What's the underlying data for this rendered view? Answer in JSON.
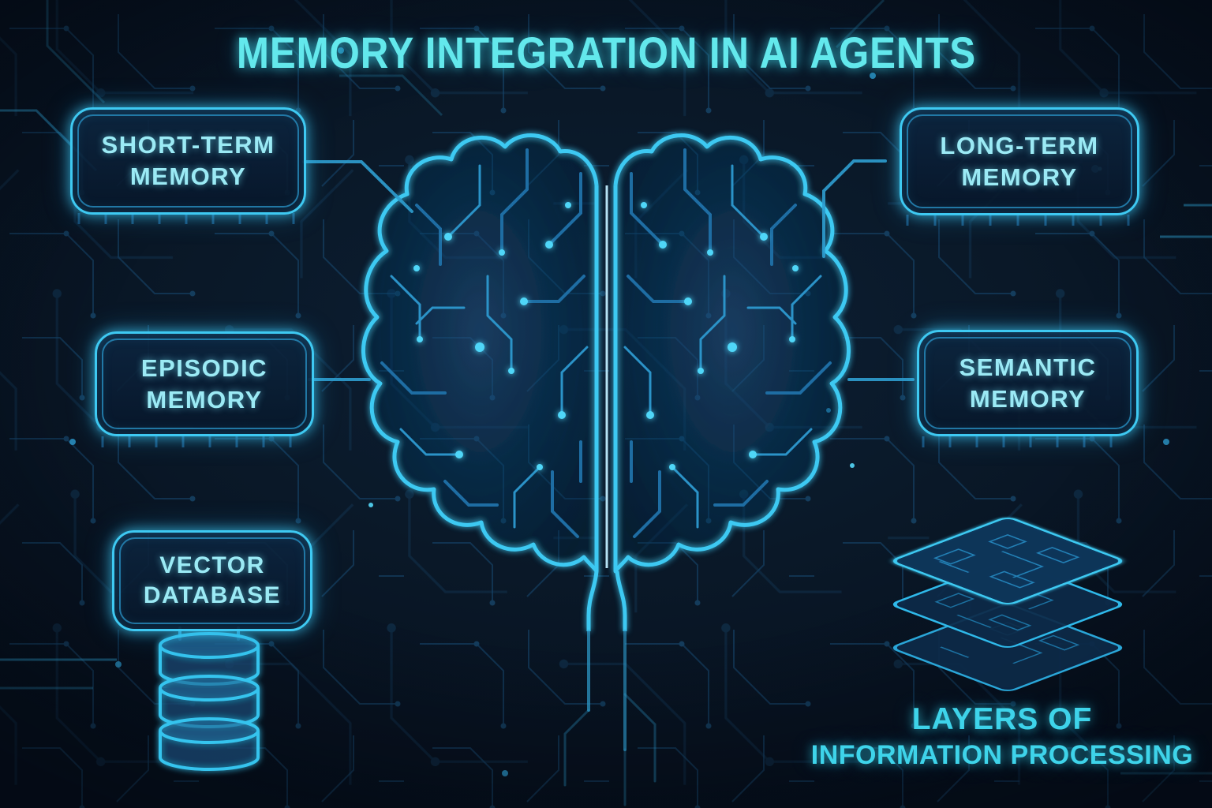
{
  "title": "MEMORY INTEGRATION IN AI AGENTS",
  "nodes": {
    "short_term_memory": {
      "line1": "SHORT-TERM",
      "line2": "MEMORY"
    },
    "long_term_memory": {
      "line1": "LONG-TERM",
      "line2": "MEMORY"
    },
    "episodic_memory": {
      "line1": "EPISODIC",
      "line2": "MEMORY"
    },
    "semantic_memory": {
      "line1": "SEMANTIC",
      "line2": "MEMORY"
    },
    "vector_database": {
      "line1": "VECTOR",
      "line2": "DATABASE"
    }
  },
  "caption": {
    "line1": "LAYERS OF",
    "line2": "INFORMATION PROCESSING"
  },
  "icons": {
    "brain": "circuit-brain-icon",
    "database": "database-cylinder-icon",
    "layers": "stacked-layers-icon"
  },
  "colors": {
    "background": "#0a1929",
    "accent_glow": "#3ecdf6",
    "box_border": "#3ec9f2",
    "title_text": "#63e8ec",
    "label_text": "#9beaf5",
    "caption_text": "#3ed4ea",
    "trace_dim": "#16456b",
    "trace_mid": "#2f9fd0"
  }
}
